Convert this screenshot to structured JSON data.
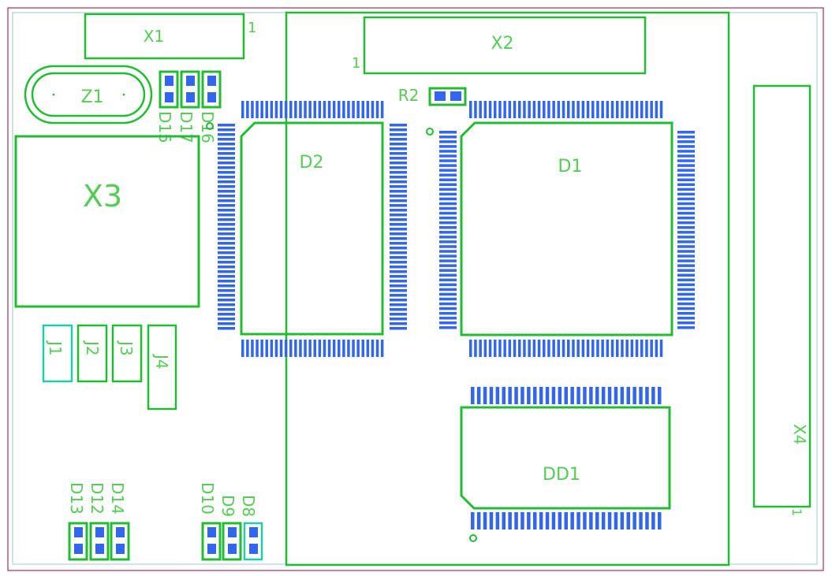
{
  "board": {
    "outline_color": "#990033",
    "silk_color": "#22bb33",
    "label_color": "#55cc55",
    "pad_color": "#3366ee",
    "inner_outline_color": "#99cccc"
  },
  "labels": {
    "X1": "X1",
    "X1_pin1": "1",
    "X2": "X2",
    "X2_pin1": "1",
    "X3": "X3",
    "X4": "X4",
    "X4_pin1": "1",
    "Z1": "Z1",
    "R2": "R2",
    "D1": "D1",
    "D2": "D2",
    "DD1": "DD1",
    "J1": "J1",
    "J2": "J2",
    "J3": "J3",
    "J4": "J4",
    "D15": "D15",
    "D17": "D17",
    "D16": "D16",
    "D13": "D13",
    "D12": "D12",
    "D14": "D14",
    "D10": "D10",
    "D9": "D9",
    "D8": "D8"
  }
}
